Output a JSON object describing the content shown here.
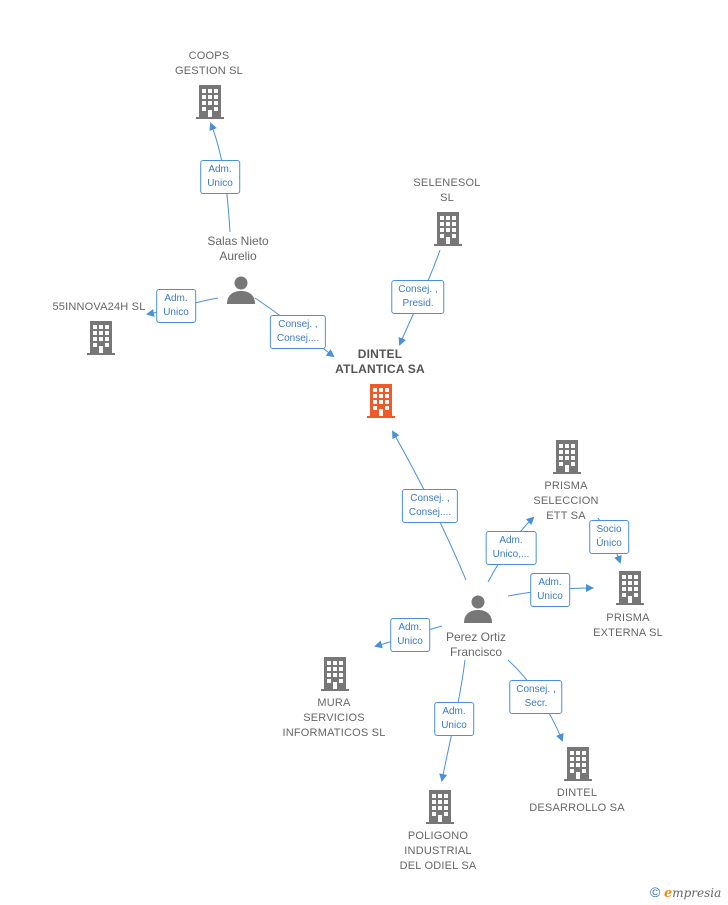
{
  "colors": {
    "company_icon": "#777777",
    "main_icon": "#f0592a",
    "person_icon": "#777777",
    "edge": "#4a90d9",
    "relation_text": "#3b7bc4"
  },
  "nodes": {
    "coops": {
      "label": [
        "COOPS",
        "GESTION SL"
      ],
      "icon": "building-icon"
    },
    "selenesol": {
      "label": [
        "SELENESOL",
        "SL"
      ],
      "icon": "building-icon"
    },
    "salas": {
      "label": [
        "Salas Nieto",
        "Aurelio"
      ],
      "icon": "person-icon"
    },
    "innova": {
      "label": [
        "55INNOVA24H SL"
      ],
      "icon": "building-icon"
    },
    "dintel_atlantica": {
      "label": [
        "DINTEL",
        "ATLANTICA SA"
      ],
      "icon": "building-icon"
    },
    "prisma_seleccion": {
      "label": [
        "PRISMA",
        "SELECCION",
        "ETT SA"
      ],
      "icon": "building-icon"
    },
    "prisma_externa": {
      "label": [
        "PRISMA",
        "EXTERNA SL"
      ],
      "icon": "building-icon"
    },
    "perez": {
      "label": [
        "Perez Ortiz",
        "Francisco"
      ],
      "icon": "person-icon"
    },
    "mura": {
      "label": [
        "MURA",
        "SERVICIOS",
        "INFORMATICOS SL"
      ],
      "icon": "building-icon"
    },
    "poligono": {
      "label": [
        "POLIGONO",
        "INDUSTRIAL",
        "DEL ODIEL SA"
      ],
      "icon": "building-icon"
    },
    "dintel_desarrollo": {
      "label": [
        "DINTEL",
        "DESARROLLO SA"
      ],
      "icon": "building-icon"
    }
  },
  "relations": {
    "salas_coops": [
      "Adm.",
      "Unico"
    ],
    "salas_innova": [
      "Adm.",
      "Unico"
    ],
    "salas_dintel": [
      "Consej. ,",
      "Consej...."
    ],
    "selenesol_dintel": [
      "Consej. ,",
      "Presid."
    ],
    "perez_dintel": [
      "Consej. ,",
      "Consej...."
    ],
    "perez_prisma_seleccion": [
      "Adm.",
      "Unico,..."
    ],
    "prisma_sel_externa": [
      "Socio",
      "Único"
    ],
    "perez_prisma_externa": [
      "Adm.",
      "Unico"
    ],
    "perez_mura": [
      "Adm.",
      "Unico"
    ],
    "perez_poligono": [
      "Adm.",
      "Unico"
    ],
    "perez_dintel_desarrollo": [
      "Consej. ,",
      "Secr."
    ]
  },
  "footer": {
    "symbol": "©",
    "brand_initial": "e",
    "brand_rest": "mpresia"
  }
}
